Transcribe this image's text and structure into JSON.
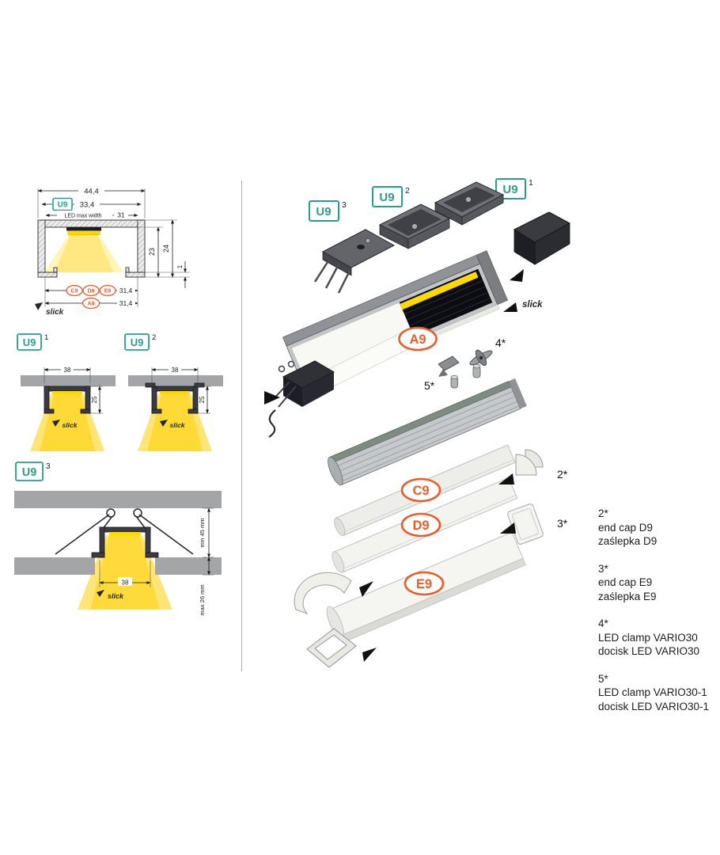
{
  "colors": {
    "teal": "#2a9d8f",
    "orange": "#e85d2c",
    "dark_profile": "#17171f",
    "gray_surface": "#a3a5a7",
    "led_yellow": "#ffd800"
  },
  "brand": "slick",
  "cross_section": {
    "dim_total": "44,4",
    "u9_label": "U9",
    "dim_u9": "33,4",
    "led_max_width_label": "LED max width",
    "dim_led": "31",
    "cde_labels": [
      "C9",
      "D9",
      "E9"
    ],
    "dim_cde": "31,4",
    "a9_label": "A9",
    "dim_a9": "31,4",
    "dim_inner_h": "23",
    "dim_outer_h": "24",
    "dim_flange": "1"
  },
  "variants": [
    {
      "label": "U9",
      "sup": "1",
      "dim_w": "38",
      "dim_h": "25"
    },
    {
      "label": "U9",
      "sup": "2",
      "dim_w": "38",
      "dim_h": "25"
    },
    {
      "label": "U9",
      "sup": "3",
      "dim_w": "38",
      "dim_min": "min 45 mm",
      "dim_max": "max 26 mm"
    }
  ],
  "exploded": {
    "mounts": [
      {
        "label": "U9",
        "sup": "3"
      },
      {
        "label": "U9",
        "sup": "2"
      },
      {
        "label": "U9",
        "sup": "1"
      }
    ],
    "profile": "A9",
    "covers": [
      "C9",
      "D9",
      "E9"
    ],
    "callout_2": "2*",
    "callout_3": "3*",
    "callout_4": "4*",
    "callout_5": "5*"
  },
  "legend": [
    {
      "num": "2*",
      "en": "end cap D9",
      "pl": "zaślepka D9"
    },
    {
      "num": "3*",
      "en": "end cap E9",
      "pl": "zaślepka E9"
    },
    {
      "num": "4*",
      "en": "LED clamp VARIO30",
      "pl": "docisk LED VARIO30"
    },
    {
      "num": "5*",
      "en": "LED clamp VARIO30-1",
      "pl": "docisk LED VARIO30-1"
    }
  ]
}
